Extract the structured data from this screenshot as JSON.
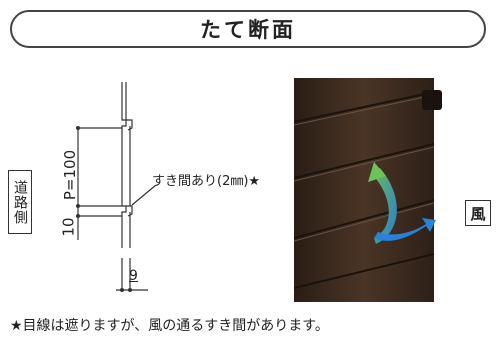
{
  "title": "たて断面",
  "drawing": {
    "road_side": "道路側",
    "pitch": "P=100",
    "offset": "10",
    "thickness": "9",
    "gap_note": "すき間あり(2㎜)★"
  },
  "photo": {
    "wind_label": "風",
    "slat_color": "#3b2a20",
    "arrow_colors": [
      "#5bbf5a",
      "#2d86d6"
    ]
  },
  "footnote": "★目線は遮りますが、風の通るすき間があります。"
}
